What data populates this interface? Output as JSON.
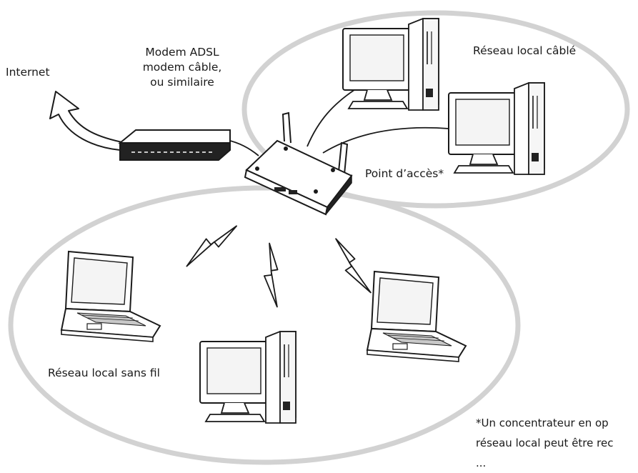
{
  "labels": {
    "internet": "Internet",
    "modem_line1": "Modem ADSL",
    "modem_line2": "modem câble,",
    "modem_line3": "ou similaire",
    "wired_lan": "Réseau local câblé",
    "access_point": "Point d’accès*",
    "wireless_lan": "Réseau local sans fil"
  },
  "footnote": {
    "line1": "*Un concentrateur en op",
    "line2": "réseau local peut être rec",
    "line3": "..."
  },
  "colors": {
    "ellipse": "#d2d2d2",
    "ink": "#1a1a1a",
    "screen": "#f4f4f4",
    "tower_face": "#f6f6f6",
    "device_dark": "#222222"
  },
  "icons": [
    "internet-arrow-icon",
    "modem-icon",
    "access-point-icon",
    "desktop-icon",
    "laptop-icon",
    "lightning-icon"
  ]
}
